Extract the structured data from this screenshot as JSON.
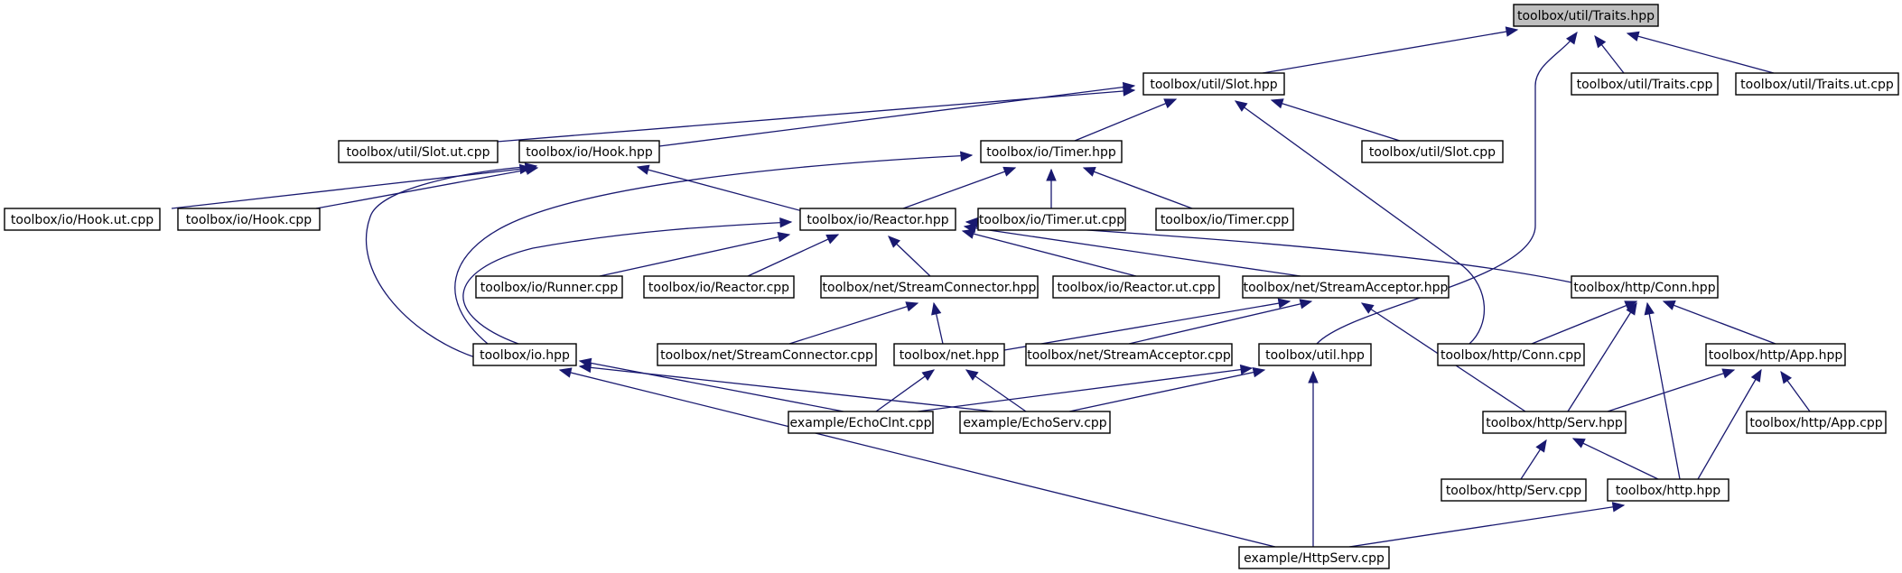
{
  "graph": {
    "colors": {
      "edge": "#191970",
      "focus_fill": "#bfbfbf",
      "node_fill": "#ffffff",
      "border": "#000000"
    },
    "nodes": [
      {
        "id": "traits_hpp",
        "label": "toolbox/util/Traits.hpp",
        "focus": true
      },
      {
        "id": "slot_hpp",
        "label": "toolbox/util/Slot.hpp"
      },
      {
        "id": "traits_cpp",
        "label": "toolbox/util/Traits.cpp"
      },
      {
        "id": "traits_ut_cpp",
        "label": "toolbox/util/Traits.ut.cpp"
      },
      {
        "id": "slot_ut_cpp",
        "label": "toolbox/util/Slot.ut.cpp"
      },
      {
        "id": "hook_hpp",
        "label": "toolbox/io/Hook.hpp"
      },
      {
        "id": "timer_hpp",
        "label": "toolbox/io/Timer.hpp"
      },
      {
        "id": "slot_cpp",
        "label": "toolbox/util/Slot.cpp"
      },
      {
        "id": "hook_ut_cpp",
        "label": "toolbox/io/Hook.ut.cpp"
      },
      {
        "id": "hook_cpp",
        "label": "toolbox/io/Hook.cpp"
      },
      {
        "id": "timer_ut_cpp",
        "label": "toolbox/io/Timer.ut.cpp"
      },
      {
        "id": "timer_cpp",
        "label": "toolbox/io/Timer.cpp"
      },
      {
        "id": "reactor_hpp",
        "label": "toolbox/io/Reactor.hpp"
      },
      {
        "id": "runner_cpp",
        "label": "toolbox/io/Runner.cpp"
      },
      {
        "id": "reactor_cpp",
        "label": "toolbox/io/Reactor.cpp"
      },
      {
        "id": "streamconnector_hpp",
        "label": "toolbox/net/StreamConnector.hpp"
      },
      {
        "id": "reactor_ut_cpp",
        "label": "toolbox/io/Reactor.ut.cpp"
      },
      {
        "id": "streamacceptor_hpp",
        "label": "toolbox/net/StreamAcceptor.hpp"
      },
      {
        "id": "conn_hpp",
        "label": "toolbox/http/Conn.hpp"
      },
      {
        "id": "io_hpp",
        "label": "toolbox/io.hpp"
      },
      {
        "id": "streamconnector_cpp",
        "label": "toolbox/net/StreamConnector.cpp"
      },
      {
        "id": "net_hpp",
        "label": "toolbox/net.hpp"
      },
      {
        "id": "streamacceptor_cpp",
        "label": "toolbox/net/StreamAcceptor.cpp"
      },
      {
        "id": "util_hpp",
        "label": "toolbox/util.hpp"
      },
      {
        "id": "conn_cpp",
        "label": "toolbox/http/Conn.cpp"
      },
      {
        "id": "app_hpp",
        "label": "toolbox/http/App.hpp"
      },
      {
        "id": "echoclnt_cpp",
        "label": "example/EchoClnt.cpp"
      },
      {
        "id": "echoserv_cpp",
        "label": "example/EchoServ.cpp"
      },
      {
        "id": "serv_hpp",
        "label": "toolbox/http/Serv.hpp"
      },
      {
        "id": "app_cpp",
        "label": "toolbox/http/App.cpp"
      },
      {
        "id": "serv_cpp",
        "label": "toolbox/http/Serv.cpp"
      },
      {
        "id": "http_hpp",
        "label": "toolbox/http.hpp"
      },
      {
        "id": "httpserv_cpp",
        "label": "example/HttpServ.cpp"
      }
    ],
    "edges": [
      {
        "from": "traits_hpp",
        "to": "slot_hpp"
      },
      {
        "from": "traits_hpp",
        "to": "traits_cpp"
      },
      {
        "from": "traits_hpp",
        "to": "traits_ut_cpp"
      },
      {
        "from": "traits_hpp",
        "to": "util_hpp"
      },
      {
        "from": "slot_hpp",
        "to": "slot_ut_cpp"
      },
      {
        "from": "slot_hpp",
        "to": "hook_hpp"
      },
      {
        "from": "slot_hpp",
        "to": "timer_hpp"
      },
      {
        "from": "slot_hpp",
        "to": "slot_cpp"
      },
      {
        "from": "slot_hpp",
        "to": "util_hpp"
      },
      {
        "from": "hook_hpp",
        "to": "hook_ut_cpp"
      },
      {
        "from": "hook_hpp",
        "to": "hook_cpp"
      },
      {
        "from": "hook_hpp",
        "to": "reactor_hpp"
      },
      {
        "from": "hook_hpp",
        "to": "io_hpp"
      },
      {
        "from": "timer_hpp",
        "to": "reactor_hpp"
      },
      {
        "from": "timer_hpp",
        "to": "timer_ut_cpp"
      },
      {
        "from": "timer_hpp",
        "to": "timer_cpp"
      },
      {
        "from": "timer_hpp",
        "to": "io_hpp"
      },
      {
        "from": "reactor_hpp",
        "to": "runner_cpp"
      },
      {
        "from": "reactor_hpp",
        "to": "reactor_cpp"
      },
      {
        "from": "reactor_hpp",
        "to": "streamconnector_hpp"
      },
      {
        "from": "reactor_hpp",
        "to": "reactor_ut_cpp"
      },
      {
        "from": "reactor_hpp",
        "to": "streamacceptor_hpp"
      },
      {
        "from": "reactor_hpp",
        "to": "conn_hpp"
      },
      {
        "from": "reactor_hpp",
        "to": "io_hpp"
      },
      {
        "from": "streamconnector_hpp",
        "to": "streamconnector_cpp"
      },
      {
        "from": "streamconnector_hpp",
        "to": "net_hpp"
      },
      {
        "from": "streamacceptor_hpp",
        "to": "net_hpp"
      },
      {
        "from": "streamacceptor_hpp",
        "to": "streamacceptor_cpp"
      },
      {
        "from": "streamacceptor_hpp",
        "to": "serv_hpp"
      },
      {
        "from": "conn_hpp",
        "to": "conn_cpp"
      },
      {
        "from": "conn_hpp",
        "to": "app_hpp"
      },
      {
        "from": "conn_hpp",
        "to": "serv_hpp"
      },
      {
        "from": "conn_hpp",
        "to": "http_hpp"
      },
      {
        "from": "io_hpp",
        "to": "echoclnt_cpp"
      },
      {
        "from": "io_hpp",
        "to": "echoserv_cpp"
      },
      {
        "from": "io_hpp",
        "to": "httpserv_cpp"
      },
      {
        "from": "net_hpp",
        "to": "echoclnt_cpp"
      },
      {
        "from": "net_hpp",
        "to": "echoserv_cpp"
      },
      {
        "from": "util_hpp",
        "to": "echoclnt_cpp"
      },
      {
        "from": "util_hpp",
        "to": "echoserv_cpp"
      },
      {
        "from": "util_hpp",
        "to": "httpserv_cpp"
      },
      {
        "from": "app_hpp",
        "to": "serv_hpp"
      },
      {
        "from": "app_hpp",
        "to": "app_cpp"
      },
      {
        "from": "app_hpp",
        "to": "http_hpp"
      },
      {
        "from": "serv_hpp",
        "to": "serv_cpp"
      },
      {
        "from": "serv_hpp",
        "to": "http_hpp"
      },
      {
        "from": "http_hpp",
        "to": "httpserv_cpp"
      }
    ]
  }
}
